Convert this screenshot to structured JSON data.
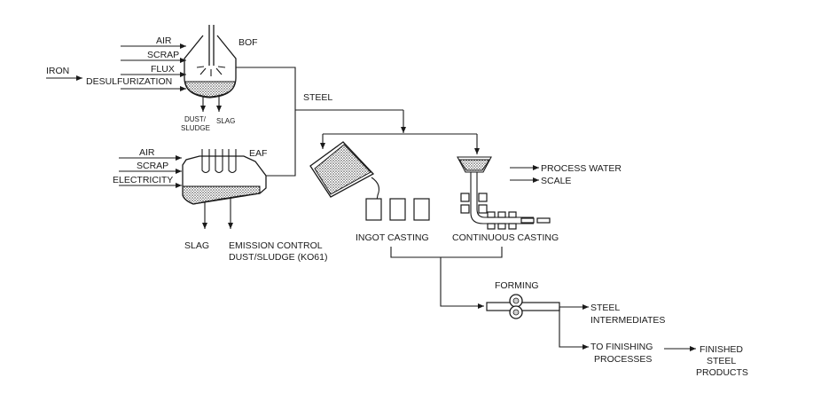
{
  "labels": {
    "bof": "BOF",
    "air_bof": "AIR",
    "scrap_bof": "SCRAP",
    "flux": "FLUX",
    "iron": "IRON",
    "desulfurization": "DESULFURIZATION",
    "dust_line1": "DUST/",
    "dust_line2": "SLUDGE",
    "slag_bof": "SLAG",
    "steel": "STEEL",
    "eaf": "EAF",
    "air_eaf": "AIR",
    "scrap_eaf": "SCRAP",
    "electricity": "ELECTRICITY",
    "slag_eaf": "SLAG",
    "emission_line1": "EMISSION CONTROL",
    "emission_line2": "DUST/SLUDGE (KO61)",
    "process_water": "PROCESS WATER",
    "scale": "SCALE",
    "ingot_casting": "INGOT CASTING",
    "continuous_casting": "CONTINUOUS CASTING",
    "forming": "FORMING",
    "steel_int_line1": "STEEL",
    "steel_int_line2": "INTERMEDIATES",
    "to_finishing_line1": "TO FINISHING",
    "to_finishing_line2": "PROCESSES",
    "finished_line1": "FINISHED",
    "finished_line2": "STEEL",
    "finished_line3": "PRODUCTS"
  }
}
